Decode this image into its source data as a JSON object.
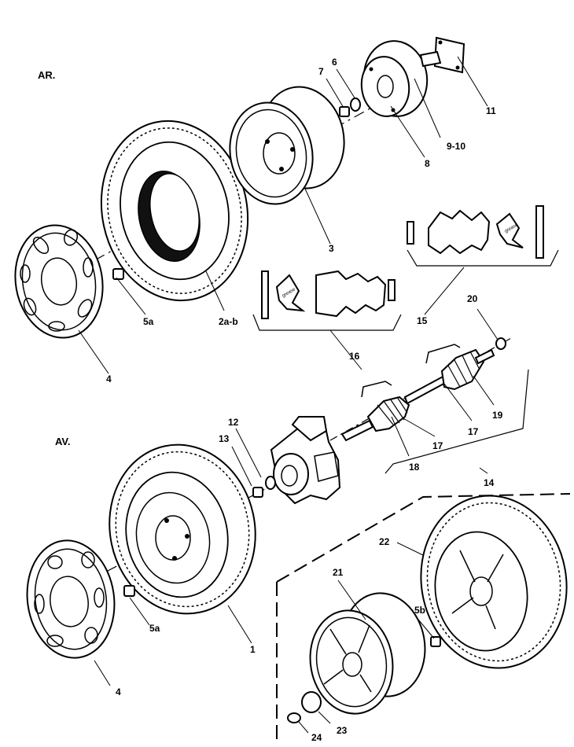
{
  "sections": {
    "rear": "AR.",
    "front": "AV."
  },
  "labels": {
    "p1": "1",
    "p2ab": "2a-b",
    "p3": "3",
    "p4_top": "4",
    "p4_bottom": "4",
    "p5a_top": "5a",
    "p5a_bottom": "5a",
    "p5b": "5b",
    "p6": "6",
    "p7": "7",
    "p8": "8",
    "p910": "9-10",
    "p11": "11",
    "p12": "12",
    "p13": "13",
    "p14": "14",
    "p15": "15",
    "p16": "16",
    "p17a": "17",
    "p17b": "17",
    "p18": "18",
    "p19": "19",
    "p20": "20",
    "p21": "21",
    "p22": "22",
    "p23": "23",
    "p24": "24"
  },
  "kit_text": {
    "grease_left": "grease",
    "grease_right": "grease"
  },
  "colors": {
    "line": "#000000",
    "background": "#ffffff"
  }
}
